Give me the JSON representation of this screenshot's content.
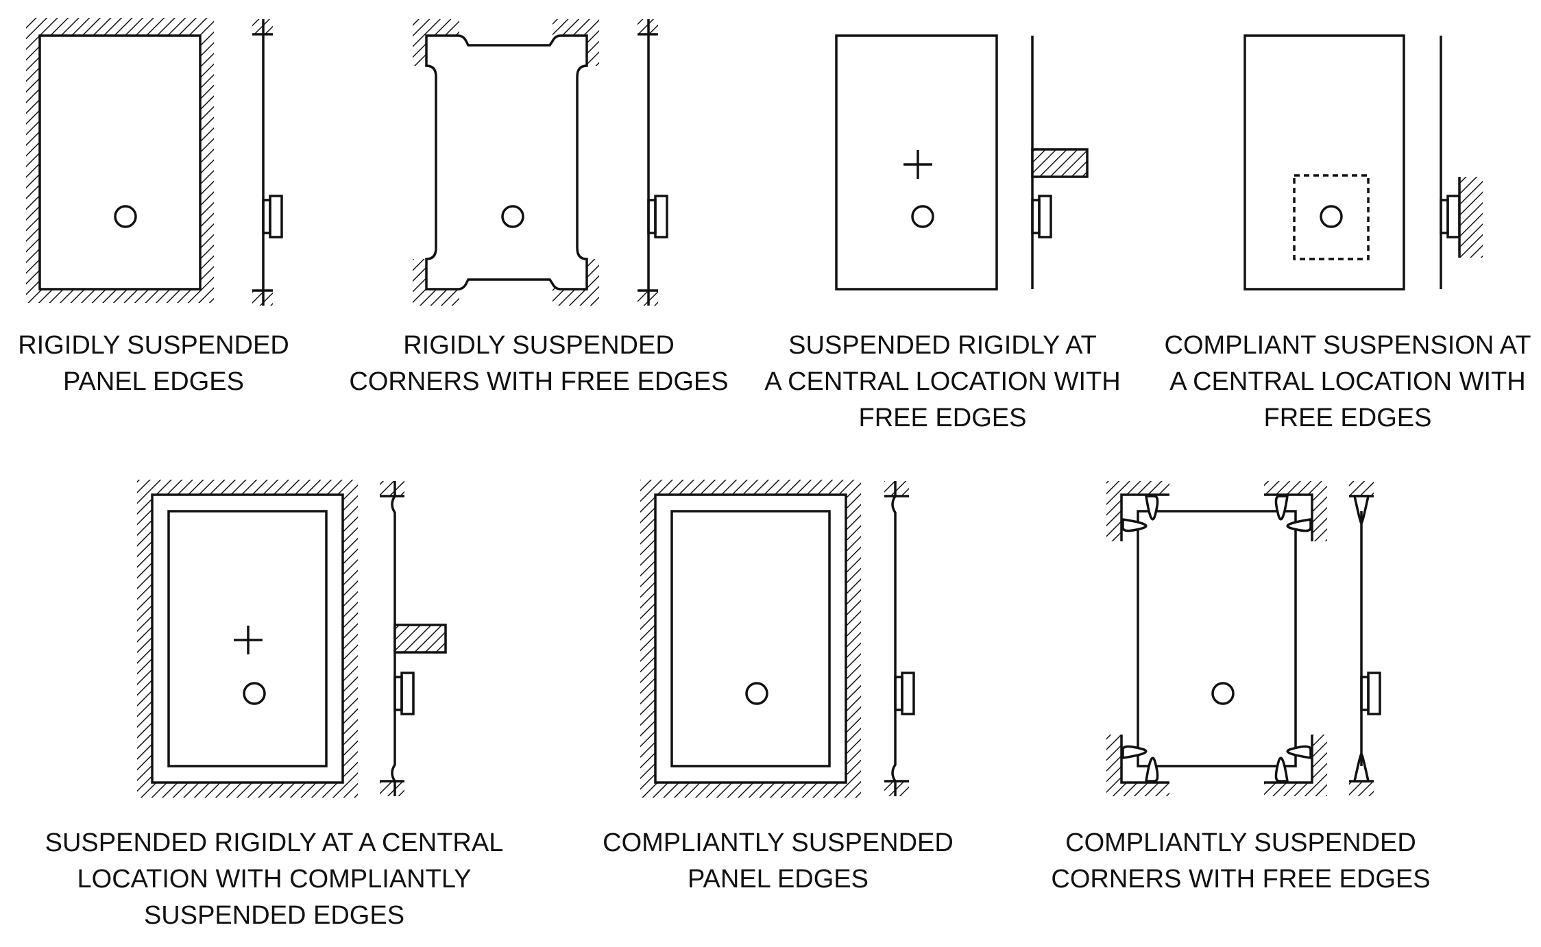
{
  "diagram": {
    "colors": {
      "ink": "#111111",
      "background": "#ffffff"
    },
    "panels": [
      {
        "id": "rigid-edges",
        "caption": [
          "RIGIDLY SUSPENDED",
          "PANEL EDGES"
        ]
      },
      {
        "id": "rigid-corners",
        "caption": [
          "RIGIDLY SUSPENDED",
          "CORNERS WITH FREE EDGES"
        ]
      },
      {
        "id": "rigid-central",
        "caption": [
          "SUSPENDED RIGIDLY AT",
          "A CENTRAL LOCATION WITH",
          "FREE EDGES"
        ]
      },
      {
        "id": "compliant-central",
        "caption": [
          "COMPLIANT SUSPENSION AT",
          "A CENTRAL LOCATION WITH",
          "FREE EDGES"
        ]
      },
      {
        "id": "rigid-central-compliant-edges",
        "caption": [
          "SUSPENDED RIGIDLY AT A CENTRAL",
          "LOCATION WITH COMPLIANTLY",
          "SUSPENDED EDGES"
        ]
      },
      {
        "id": "compliant-edges",
        "caption": [
          "COMPLIANTLY SUSPENDED",
          "PANEL EDGES"
        ]
      },
      {
        "id": "compliant-corners",
        "caption": [
          "COMPLIANTLY SUSPENDED",
          "CORNERS WITH FREE EDGES"
        ]
      }
    ]
  }
}
